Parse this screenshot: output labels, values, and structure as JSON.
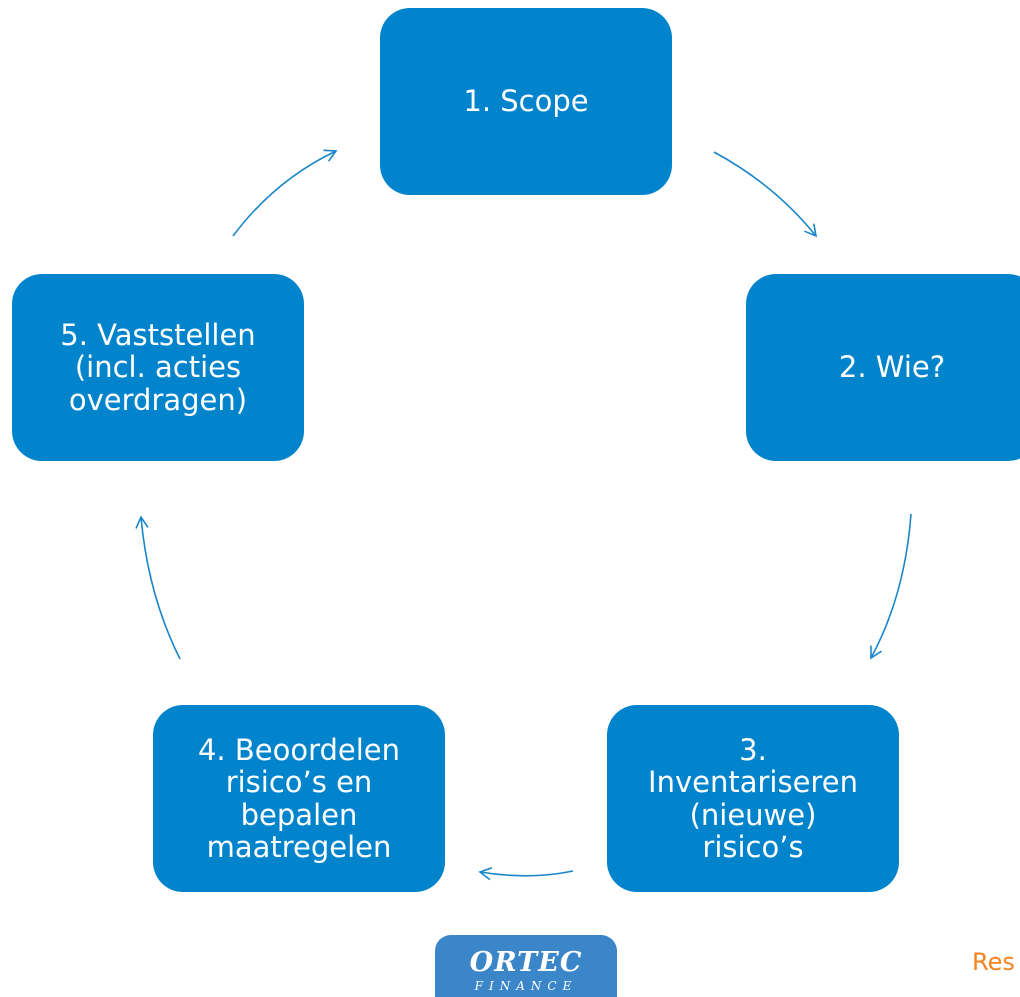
{
  "diagram": {
    "steps": [
      {
        "label": "1. Scope"
      },
      {
        "label": "2. Wie?"
      },
      {
        "label": "3.\nInventariseren\n(nieuwe)\nrisico’s"
      },
      {
        "label": "4. Beoordelen\nrisico’s en\nbepalen\nmaatregelen"
      },
      {
        "label": "5. Vaststellen\n(incl. acties\noverdragen)"
      }
    ],
    "box_color": "#0284cc",
    "arrow_color": "#1a86c9"
  },
  "footer": {
    "logo_text": "ORTEC",
    "logo_subtext": "FINANCE",
    "logo_color": "#3a86c8",
    "corner_text": "Res",
    "corner_color": "#f58220"
  }
}
